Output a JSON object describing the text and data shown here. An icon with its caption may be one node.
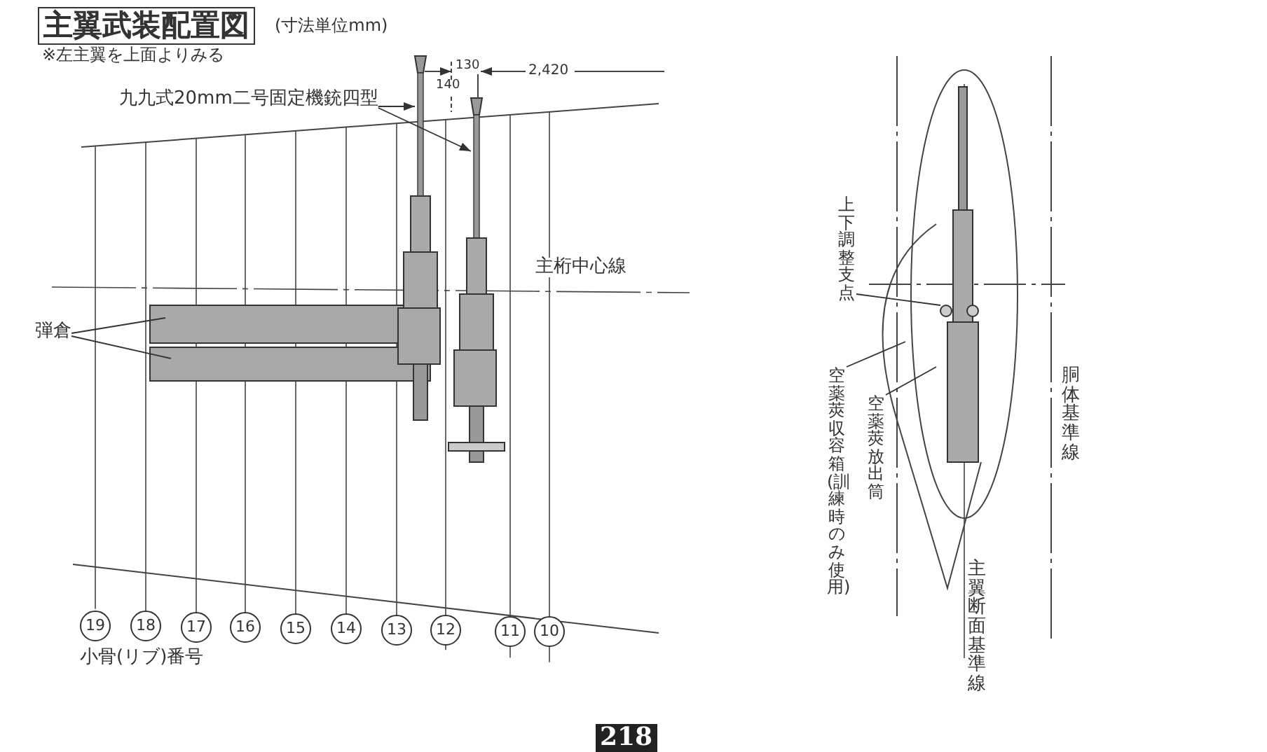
{
  "diagram": {
    "title": "主翼武装配置図",
    "nodes": [
      {
        "text": [
          "九九式20mm二号固定機銃四型"
        ]
      },
      {
        "text": [
          "弾倉"
        ]
      },
      {
        "text": [
          "上下調整支点"
        ]
      },
      {
        "text": [
          "空薬莢収容箱(訓練時のみ使用)"
        ]
      },
      {
        "text": [
          "空薬莢放出筒"
        ]
      },
      {
        "text": [],
        "shape": "circle"
      }
    ],
    "edges": [
      {
        "from": 0,
        "to": null,
        "arrow": "to"
      },
      {
        "from": 0,
        "to": null,
        "arrow": "to"
      },
      {
        "from": 1,
        "to": null,
        "arrow": "none"
      },
      {
        "from": 1,
        "to": null,
        "arrow": "none"
      },
      {
        "from": 2,
        "to": 5,
        "arrow": "none"
      },
      {
        "from": 3,
        "to": null,
        "arrow": "none"
      },
      {
        "from": 4,
        "to": null,
        "arrow": "none"
      }
    ],
    "labels": [
      "(寸法単位mm)",
      "※左主翼を上面よりみる",
      "130",
      "140",
      "2,420",
      "主桁中心線",
      "胴体基準線",
      "19",
      "18",
      "17",
      "16",
      "15",
      "14",
      "13",
      "12",
      "11",
      "10",
      "小骨(リブ)番号",
      "主翼断面基準線",
      "218"
    ]
  }
}
